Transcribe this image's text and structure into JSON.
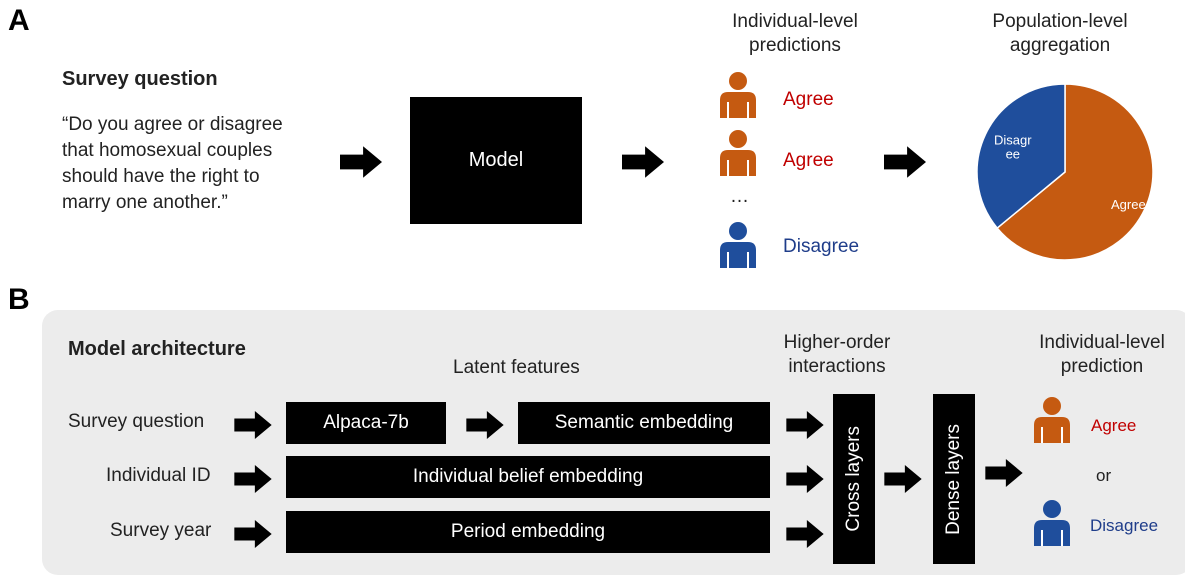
{
  "panel_a": {
    "letter": "A",
    "survey_heading": "Survey question",
    "survey_text": [
      "“Do you agree or disagree",
      "that homosexual couples",
      "should have the right to",
      "marry one another.”"
    ],
    "model_label": "Model",
    "individual_title": [
      "Individual-level",
      "predictions"
    ],
    "predictions": [
      {
        "label": "Agree",
        "color": "#c55a11"
      },
      {
        "label": "Agree",
        "color": "#c55a11"
      },
      {
        "label": "Disagree",
        "color": "#1f4e9c"
      }
    ],
    "ellipsis": "…",
    "population_title": [
      "Population-level",
      "aggregation"
    ],
    "pie": {
      "slices": [
        {
          "label": "Agree",
          "value": 0.64,
          "color": "#c55a11"
        },
        {
          "label": "Disagr\nee",
          "value": 0.36,
          "color": "#1f4e9c"
        }
      ]
    }
  },
  "panel_b": {
    "letter": "B",
    "heading": "Model architecture",
    "latent_title": "Latent features",
    "higher_title": [
      "Higher-order",
      "interactions"
    ],
    "prediction_title": [
      "Individual-level",
      "prediction"
    ],
    "inputs": [
      "Survey question",
      "Individual ID",
      "Survey year"
    ],
    "alpaca": "Alpaca-7b",
    "semantic": "Semantic embedding",
    "belief": "Individual belief embedding",
    "period": "Period embedding",
    "cross": "Cross layers",
    "dense": "Dense layers",
    "out_agree": "Agree",
    "or": "or",
    "out_disagree": "Disagree",
    "colors": {
      "agree_person": "#c55a11",
      "disagree_person": "#1f4e9c",
      "agree_text": "#c00000",
      "disagree_text": "#1f3d8a"
    }
  }
}
